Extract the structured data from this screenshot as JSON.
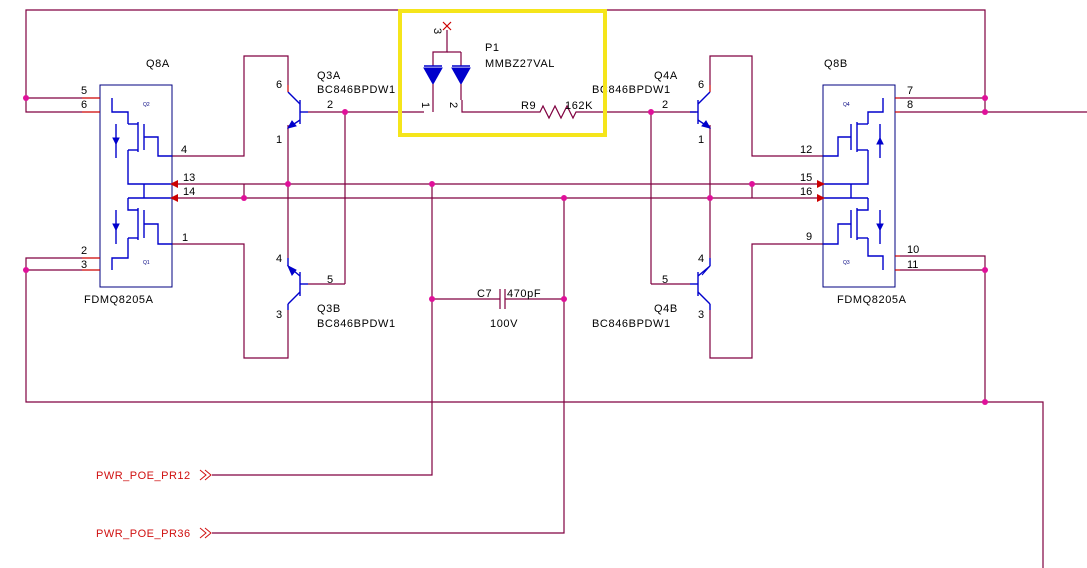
{
  "components": {
    "q8a": {
      "ref": "Q8A",
      "part": "FDMQ8205A",
      "pins": [
        "5",
        "6",
        "4",
        "13",
        "14",
        "2",
        "3",
        "1"
      ],
      "internal_labels": [
        "Q2",
        "Q1"
      ]
    },
    "q8b": {
      "ref": "Q8B",
      "part": "FDMQ8205A",
      "pins": [
        "7",
        "8",
        "12",
        "15",
        "16",
        "9",
        "10",
        "11"
      ],
      "internal_labels": [
        "Q4",
        "Q3"
      ]
    },
    "q3a": {
      "ref": "Q3A",
      "part": "BC846BPDW1",
      "pins": [
        "6",
        "2",
        "1"
      ]
    },
    "q3b": {
      "ref": "Q3B",
      "part": "BC846BPDW1",
      "pins": [
        "4",
        "5",
        "3"
      ]
    },
    "q4a": {
      "ref": "Q4A",
      "part": "BC846BPDW1",
      "pins": [
        "6",
        "2",
        "1"
      ]
    },
    "q4b": {
      "ref": "Q4B",
      "part": "BC846BPDW1",
      "pins": [
        "4",
        "5",
        "3"
      ]
    },
    "p1": {
      "ref": "P1",
      "part": "MMBZ27VAL",
      "pins": [
        "3",
        "1",
        "2"
      ]
    },
    "r9": {
      "ref": "R9",
      "value": "162K"
    },
    "c7": {
      "ref": "C7",
      "value": "470pF",
      "voltage": "100V"
    }
  },
  "nets": {
    "pr12": "PWR_POE_PR12",
    "pr36": "PWR_POE_PR36"
  },
  "colors": {
    "wire": "#800040",
    "symbol": "#0000cc",
    "component_body": "#000080",
    "junction": "#e0109a",
    "net_label": "#d01010",
    "highlight": "#f5e51b"
  }
}
